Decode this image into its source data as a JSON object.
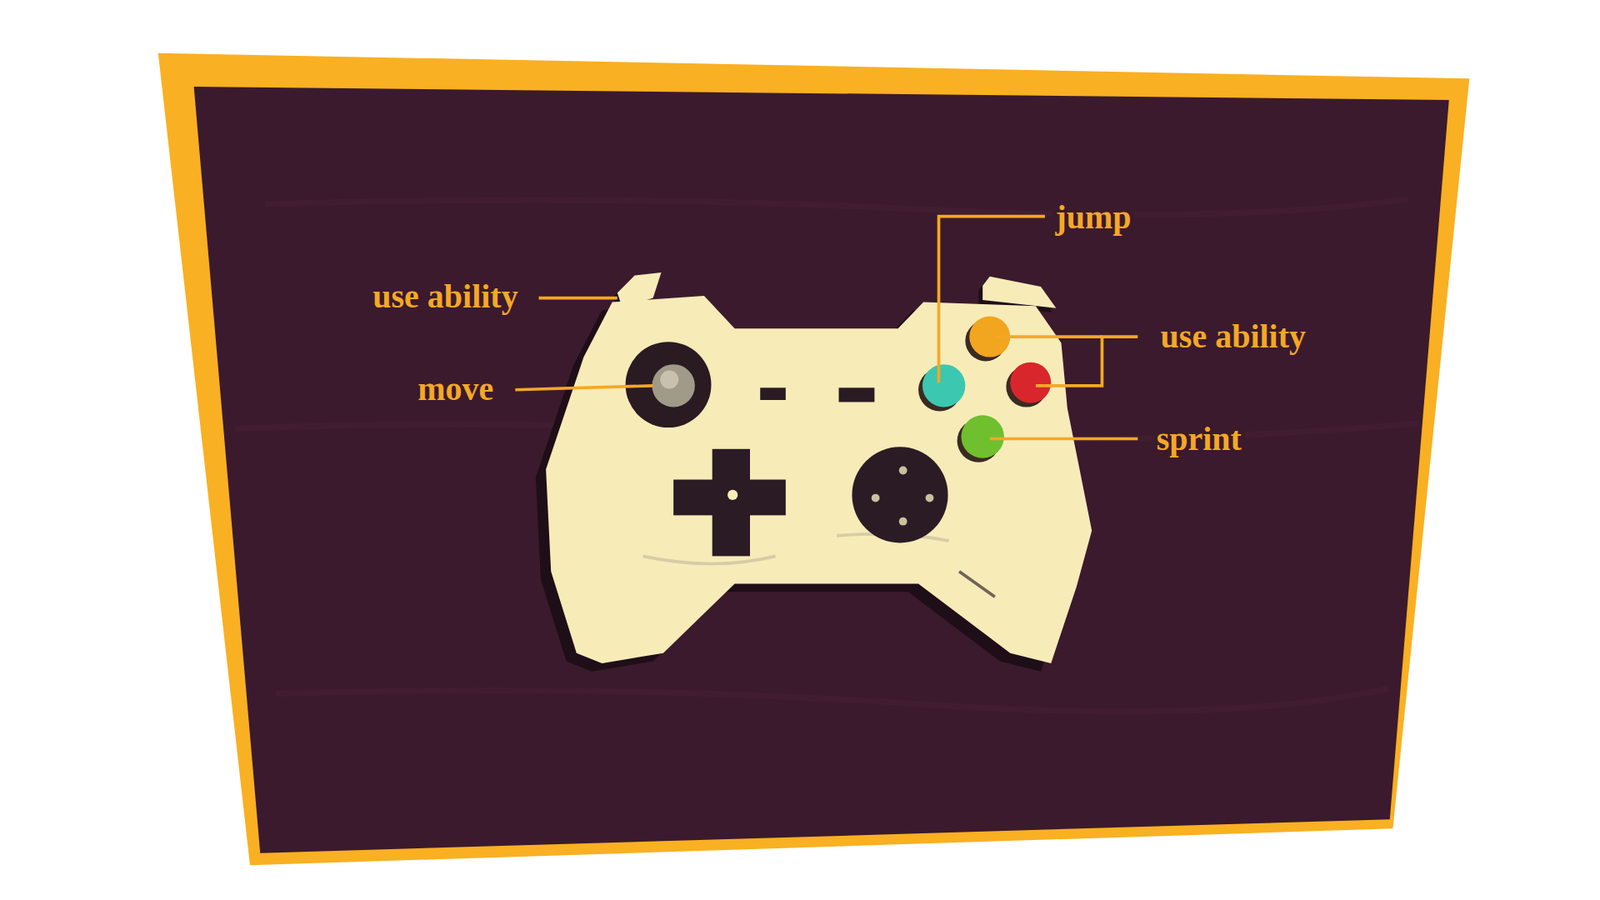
{
  "diagram": {
    "labels": [
      "jump",
      "use ability",
      "use ability",
      "move",
      "sprint"
    ]
  }
}
